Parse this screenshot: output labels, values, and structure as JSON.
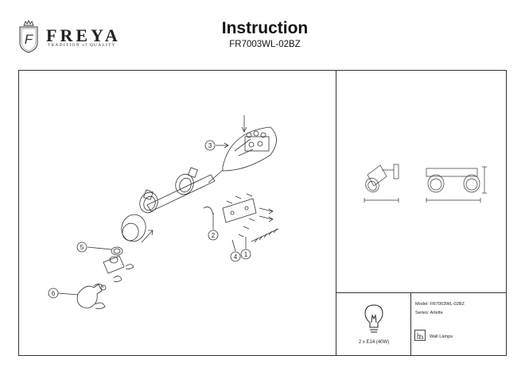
{
  "header": {
    "brand": "FREYA",
    "tagline": "TRADITION of QUALITY",
    "title": "Instruction",
    "model_code": "FR7003WL-02BZ"
  },
  "assembly": {
    "step_numbers": [
      "1",
      "2",
      "3",
      "4",
      "5",
      "6"
    ]
  },
  "spec": {
    "bulb": "2 x E14 (40W)",
    "model_label": "Model: FR7003WL-02BZ",
    "series_label": "Series: Arlette",
    "type_label": "Wall Lamps"
  },
  "icons": [
    "crown-logo-icon",
    "light-bulb-icon",
    "wall-lamp-icon"
  ]
}
